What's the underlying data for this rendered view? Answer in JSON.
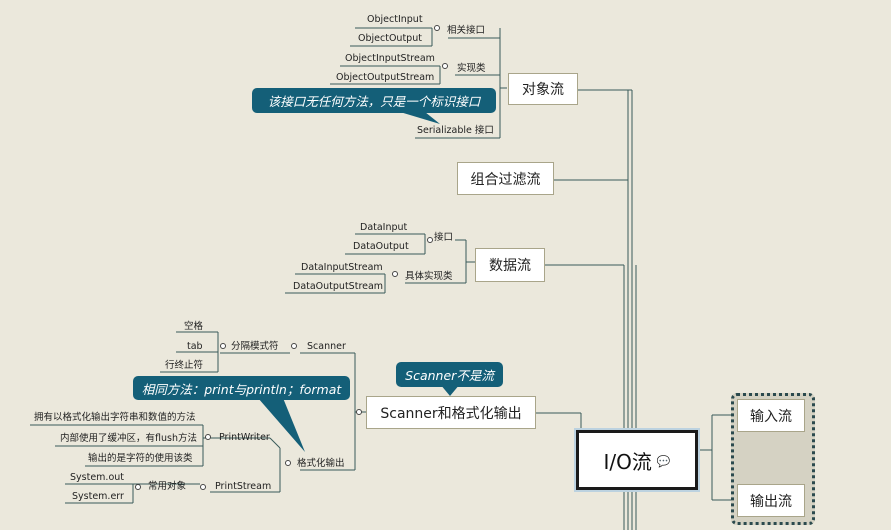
{
  "root": {
    "label": "I/O流",
    "note_icon": "speech-bubble-icon"
  },
  "right_branches": [
    {
      "label": "输入流"
    },
    {
      "label": "输出流"
    }
  ],
  "object_stream": {
    "label": "对象流",
    "related_interface": {
      "label": "相关接口",
      "children": [
        "ObjectInput",
        "ObjectOutput"
      ]
    },
    "impl_class": {
      "label": "实现类",
      "children": [
        "ObjectInputStream",
        "ObjectOutputStream"
      ]
    },
    "serializable": "Serializable 接口",
    "callout": "该接口无任何方法，只是一个标识接口"
  },
  "combined_filter_stream": {
    "label": "组合过滤流"
  },
  "data_stream": {
    "label": "数据流",
    "interface": {
      "label": "接口",
      "children": [
        "DataInput",
        "DataOutput"
      ]
    },
    "impl": {
      "label": "具体实现类",
      "children": [
        "DataInputStream",
        "DataOutputStream"
      ]
    }
  },
  "scanner_output": {
    "label": "Scanner和格式化输出",
    "callout_not_stream": "Scanner不是流",
    "callout_methods": "相同方法：print与println；format",
    "scanner": {
      "label": "Scanner",
      "delimiter": {
        "label": "分隔模式符",
        "children": [
          "空格",
          "tab",
          "行终止符"
        ]
      }
    },
    "format_output": {
      "label": "格式化输出",
      "print_writer": {
        "label": "PrintWriter",
        "children": [
          "拥有以格式化输出字符串和数值的方法",
          "内部使用了缓冲区，有flush方法",
          "输出的是字符的使用该类"
        ]
      },
      "print_stream": {
        "label": "PrintStream",
        "common_objects": {
          "label": "常用对象",
          "children": [
            "System.out",
            "System.err"
          ]
        }
      }
    }
  }
}
